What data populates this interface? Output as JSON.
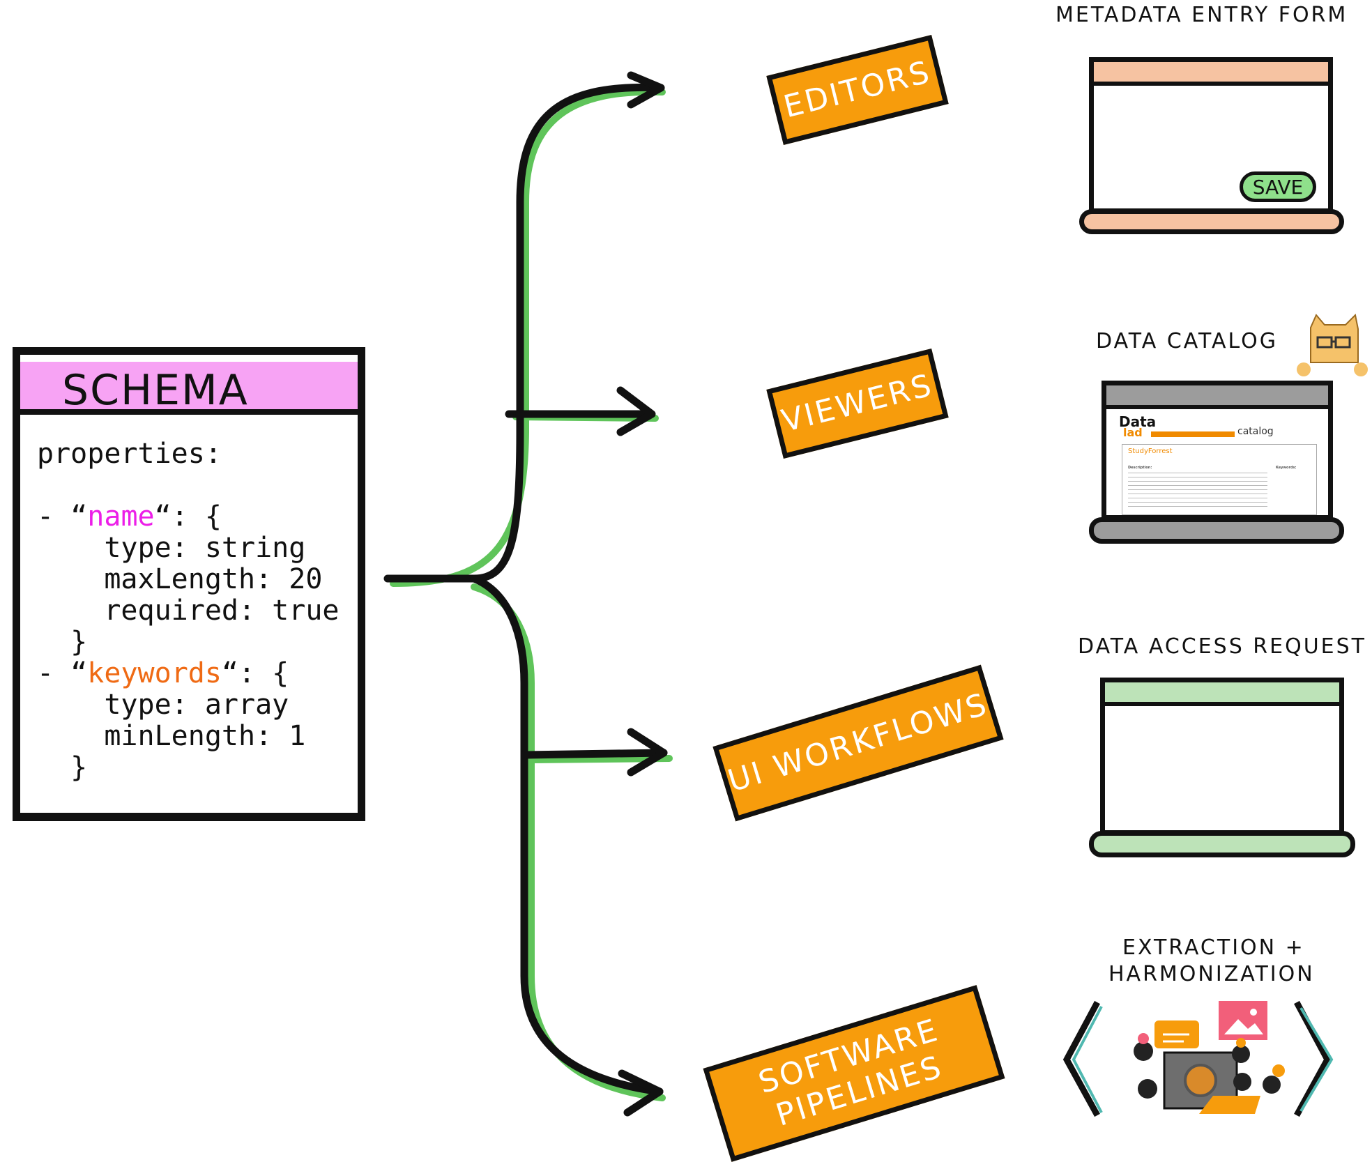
{
  "schema": {
    "title": "SCHEMA",
    "properties_label": "properties:",
    "dash": "-",
    "open_q": "“",
    "close_q_colon_brace": "“: {",
    "close_brace": "}",
    "field1": {
      "key": "name",
      "lines": [
        "type: string",
        "maxLength: 20",
        "required: true"
      ]
    },
    "field2": {
      "key": "keywords",
      "lines": [
        "type: array",
        "minLength: 1"
      ]
    }
  },
  "targets": {
    "editors": "EDITORS",
    "viewers": "VIEWERS",
    "ui_workflows": "UI WORKFLOWS",
    "pipelines_line1": "SOFTWARE",
    "pipelines_line2": "PIPELINES"
  },
  "examples": {
    "metadata_form": "METADATA ENTRY FORM",
    "save_button": "SAVE",
    "data_catalog": "DATA CATALOG",
    "data_access": "DATA ACCESS REQUEST",
    "extraction_line1": "EXTRACTION +",
    "extraction_line2": "HARMONIZATION"
  },
  "catalog_screenshot": {
    "logo_top": "Data",
    "logo_bottom": "lad",
    "word": "catalog",
    "dataset_title": "StudyForrest",
    "description_label": "Description:",
    "keywords_label": "Keywords:"
  },
  "colors": {
    "schema_header": "#f7a3f4",
    "name_key": "#ec1ee8",
    "keywords_key": "#ef6a14",
    "tag_fill": "#f79c0c",
    "connector_highlight": "#5fc45a",
    "form_chrome": "#f6c3a2",
    "catalog_chrome": "#9c9c9c",
    "access_chrome": "#bde3b8",
    "save_button": "#8fe08b"
  }
}
